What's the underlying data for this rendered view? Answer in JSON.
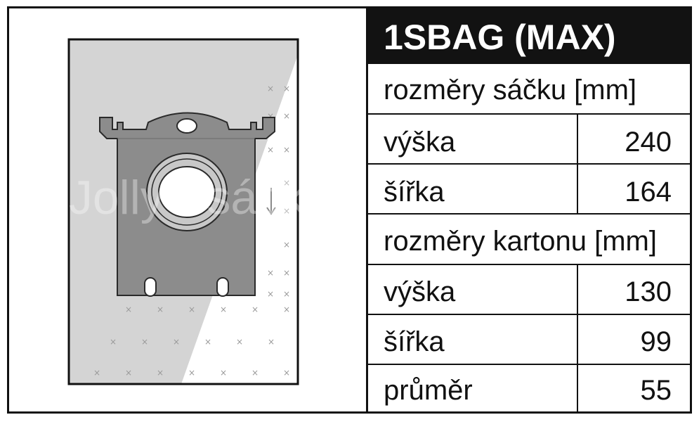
{
  "title": "1SBAG (MAX)",
  "watermark": "Jolly - sáčky",
  "bag_section": {
    "label": "rozměry sáčku [mm]",
    "rows": [
      {
        "label": "výška",
        "value": "240"
      },
      {
        "label": "šířka",
        "value": "164"
      }
    ]
  },
  "carton_section": {
    "label": "rozměry kartonu [mm]",
    "rows": [
      {
        "label": "výška",
        "value": "130"
      },
      {
        "label": "šířka",
        "value": "99"
      },
      {
        "label": "průměr",
        "value": "55"
      }
    ]
  },
  "colors": {
    "title_bg": "#121212",
    "title_text": "#ffffff",
    "bag_gray": "#8c8c8c",
    "background_gray": "#d4d4d4",
    "line": "#111111"
  }
}
